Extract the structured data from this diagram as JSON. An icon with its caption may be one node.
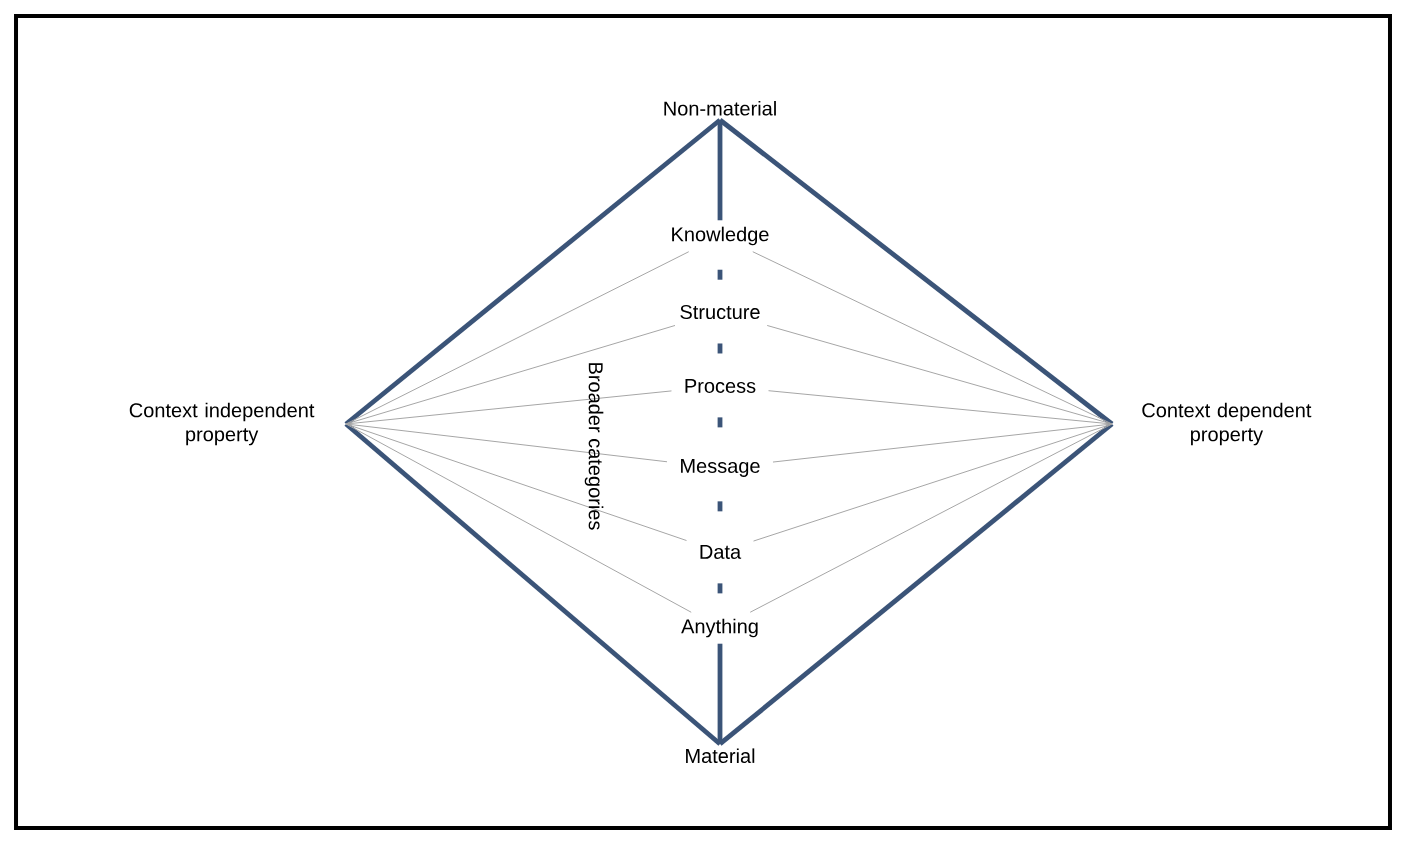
{
  "diagram": {
    "nodes": [
      {
        "text": [
          "Non-material"
        ]
      },
      {
        "text": [
          "Context independent property"
        ]
      },
      {
        "text": [
          "Context dependent property"
        ]
      },
      {
        "text": [
          "Knowledge"
        ]
      },
      {
        "text": [
          "Structure"
        ]
      },
      {
        "text": [
          "Process"
        ]
      },
      {
        "text": [
          "Message"
        ]
      },
      {
        "text": [
          "Data"
        ]
      },
      {
        "text": [
          "Anything"
        ]
      },
      {
        "text": [
          "Material"
        ]
      }
    ],
    "edges": [
      {
        "from": 0,
        "to": 1,
        "arrow": "none",
        "style": "thick",
        "color": "#3b5478"
      },
      {
        "from": 0,
        "to": 2,
        "arrow": "none",
        "style": "thick",
        "color": "#3b5478"
      },
      {
        "from": 1,
        "to": 9,
        "arrow": "none",
        "style": "thick",
        "color": "#3b5478"
      },
      {
        "from": 2,
        "to": 9,
        "arrow": "none",
        "style": "thick",
        "color": "#3b5478"
      },
      {
        "from": 0,
        "to": 3,
        "arrow": "none",
        "style": "thick",
        "color": "#3b5478"
      },
      {
        "from": 3,
        "to": 4,
        "arrow": "none",
        "style": "dashed",
        "color": "#3b5478"
      },
      {
        "from": 4,
        "to": 5,
        "arrow": "none",
        "style": "dashed",
        "color": "#3b5478"
      },
      {
        "from": 5,
        "to": 6,
        "arrow": "none",
        "style": "dashed",
        "color": "#3b5478"
      },
      {
        "from": 6,
        "to": 7,
        "arrow": "none",
        "style": "dashed",
        "color": "#3b5478"
      },
      {
        "from": 7,
        "to": 8,
        "arrow": "none",
        "style": "dashed",
        "color": "#3b5478"
      },
      {
        "from": 8,
        "to": 9,
        "arrow": "none",
        "style": "thick",
        "color": "#3b5478"
      },
      {
        "from": 1,
        "to": 3,
        "arrow": "none"
      },
      {
        "from": 1,
        "to": 4,
        "arrow": "none"
      },
      {
        "from": 1,
        "to": 5,
        "arrow": "none"
      },
      {
        "from": 1,
        "to": 6,
        "arrow": "none"
      },
      {
        "from": 1,
        "to": 7,
        "arrow": "none"
      },
      {
        "from": 1,
        "to": 8,
        "arrow": "none"
      },
      {
        "from": 2,
        "to": 3,
        "arrow": "none"
      },
      {
        "from": 2,
        "to": 4,
        "arrow": "none"
      },
      {
        "from": 2,
        "to": 5,
        "arrow": "none"
      },
      {
        "from": 2,
        "to": 6,
        "arrow": "none"
      },
      {
        "from": 2,
        "to": 7,
        "arrow": "none"
      },
      {
        "from": 2,
        "to": 8,
        "arrow": "none"
      }
    ],
    "labels": [
      "Broader categories"
    ]
  }
}
